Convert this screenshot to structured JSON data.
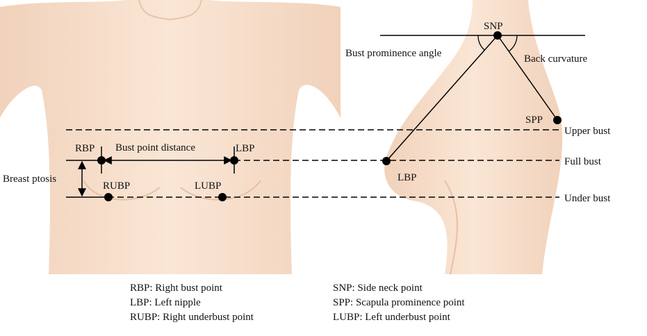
{
  "front": {
    "rbp": "RBP",
    "lbp": "LBP",
    "bust_point_distance": "Bust point distance",
    "breast_ptosis": "Breast ptosis",
    "rubp": "RUBP",
    "lubp": "LUBP"
  },
  "side": {
    "snp": "SNP",
    "bust_prominence_angle": "Bust prominence angle",
    "back_curvature": "Back curvature",
    "spp": "SPP",
    "lbp": "LBP"
  },
  "levels": {
    "upper_bust": "Upper bust",
    "full_bust": "Full bust",
    "under_bust": "Under bust"
  },
  "legend": {
    "left": [
      "RBP: Right bust point",
      "LBP: Left nipple",
      "RUBP: Right underbust point"
    ],
    "right": [
      "SNP: Side neck point",
      "SPP: Scapula prominence point",
      "LUBP: Left underbust point"
    ]
  },
  "colors": {
    "skin": "#f7e0cc",
    "skin_shade": "#efcdb3",
    "ink": "#000000"
  }
}
